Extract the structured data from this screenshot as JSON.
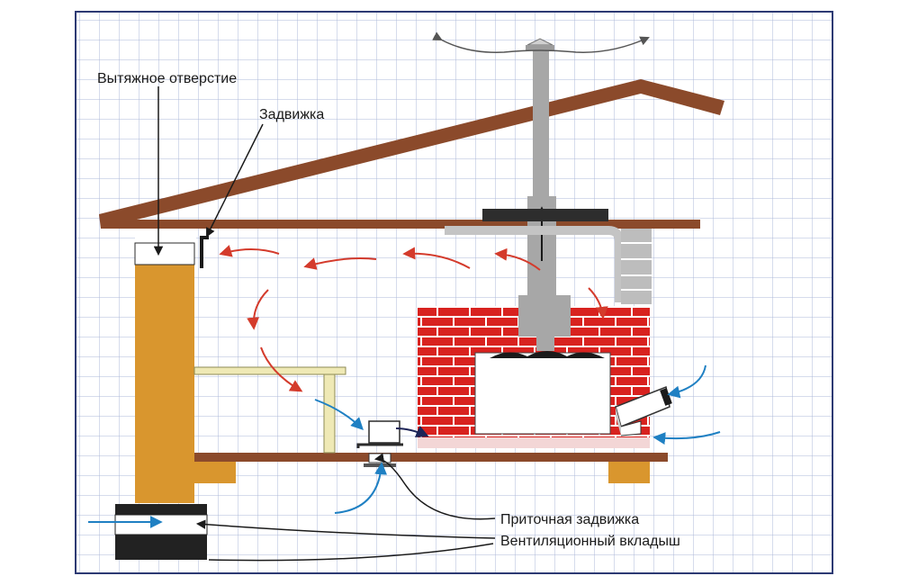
{
  "labels": {
    "exhaust_hole": "Вытяжное отверстие",
    "damper": "Задвижка",
    "supply_damper": "Приточная задвижка",
    "vent_insert": "Вентиляционный вкладыш"
  },
  "colors": {
    "grid": "#aeb8d9",
    "frame": "#2d3a73",
    "roof": "#8b4a2b",
    "wood_wall": "#d9962e",
    "brick": "#d8221f",
    "chimney": "#a7a7a7",
    "warm_flow": "#d43b2c",
    "cold_flow": "#1f80c3",
    "bench": "#efe9b5"
  }
}
